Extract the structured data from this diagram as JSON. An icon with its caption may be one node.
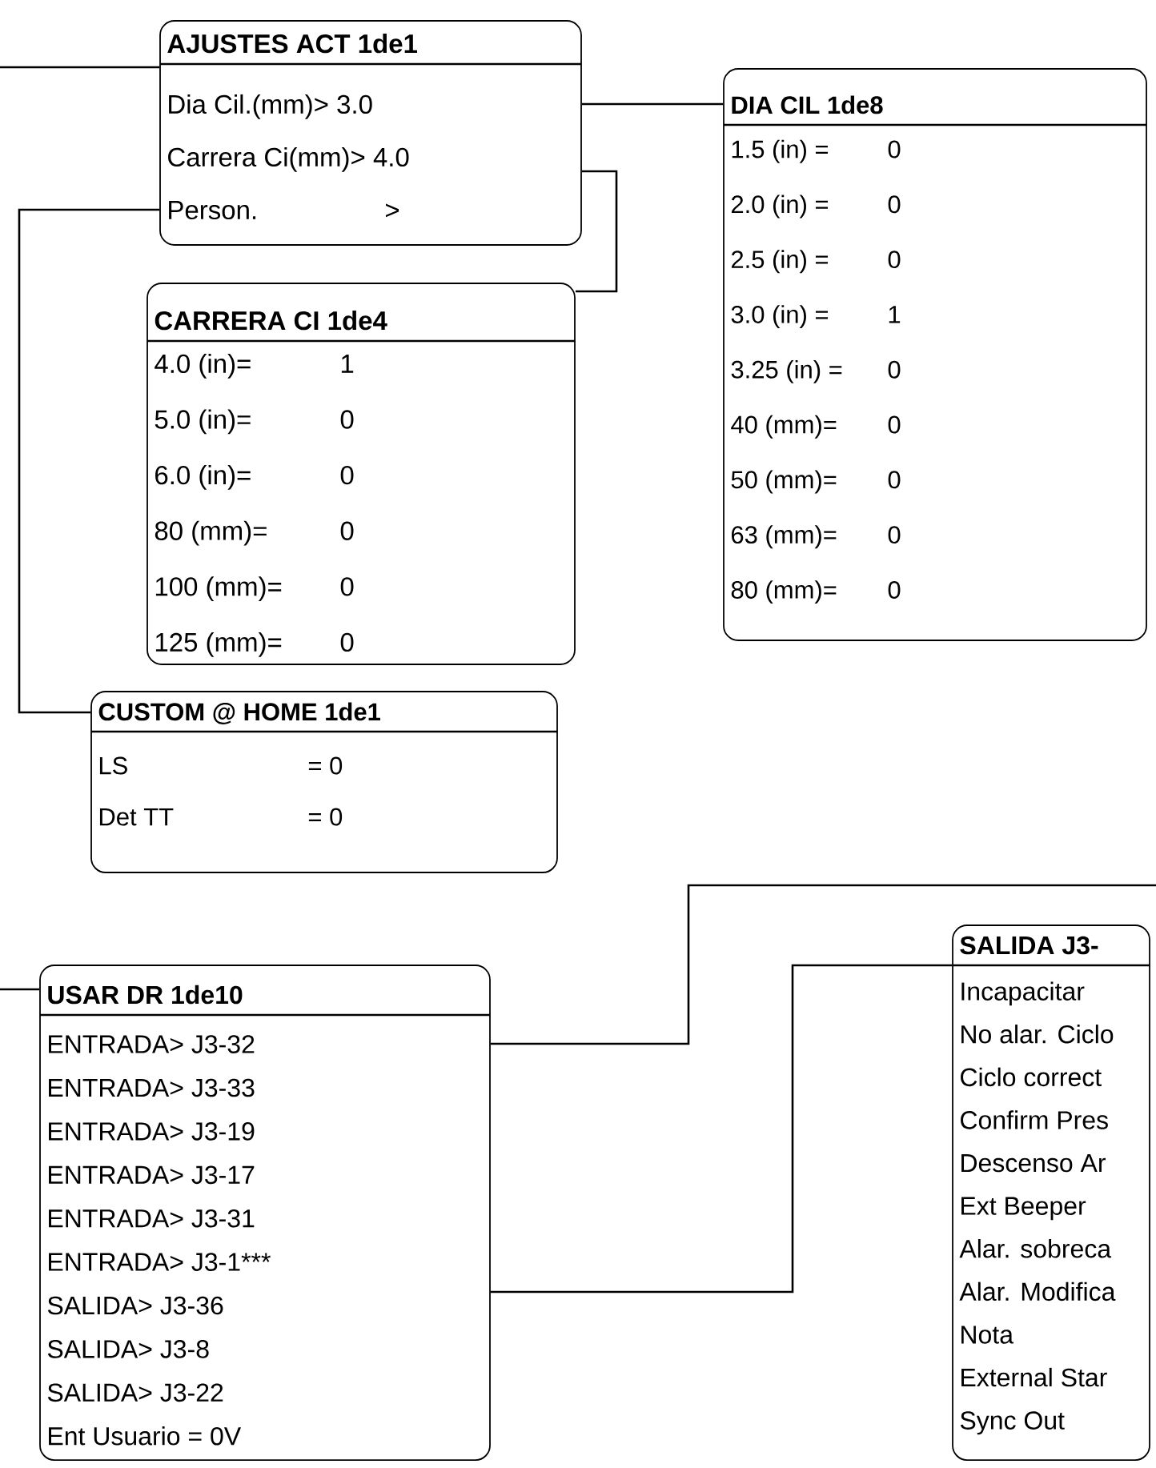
{
  "diagram": {
    "nodes": [
      {
        "text": [
          "AJUSTES ACT  1de1",
          "Dia Cil.(mm)> 3.0",
          "Carrera Ci(mm)> 4.0",
          "Person.",
          ">"
        ]
      },
      {
        "text": [
          "DIA CIL      1de8",
          "1.5 (in) =",
          "0",
          "2.0 (in) =",
          "0",
          "2.5 (in) =",
          "0",
          "3.0 (in) =",
          "1",
          "3.25 (in) =",
          "0",
          "40 (mm)=",
          "0",
          "50 (mm)=",
          "0",
          "63 (mm)=",
          "0",
          "80 (mm)=",
          "0"
        ]
      },
      {
        "text": [
          "CARRERA CI    1de4",
          "4.0 (in)=",
          "1",
          "5.0 (in)=",
          "0",
          "6.0 (in)=",
          "0",
          "80 (mm)=",
          "0",
          "100 (mm)=",
          "0",
          "125 (mm)=",
          "0"
        ]
      },
      {
        "text": [
          "CUSTOM @ HOME 1de1",
          "LS",
          "= 0",
          "Det TT",
          "= 0"
        ]
      },
      {
        "text": [
          "USAR DR    1de10",
          "ENTRADA> J3-32",
          "ENTRADA> J3-33",
          "ENTRADA> J3-19",
          "ENTRADA> J3-17",
          "ENTRADA> J3-31",
          "ENTRADA> J3-1***",
          "SALIDA> J3-36",
          "SALIDA> J3-8",
          "SALIDA> J3-22",
          "Ent Usuario = 0V"
        ]
      },
      {
        "text": [
          "SALIDA J3-",
          "Incapacitar",
          "No alar. Ciclo",
          "Ciclo correct",
          "Confirm Pres",
          "Descenso Ar",
          "Ext Beeper",
          "Alar. sobreca",
          "Alar. Modifica",
          "Nota",
          "External Star",
          "Sync Out"
        ]
      }
    ],
    "edges": [
      {
        "from": null,
        "to": 0,
        "arrow": "none"
      },
      {
        "from": 0,
        "to": 1,
        "arrow": "none"
      },
      {
        "from": 0,
        "to": 2,
        "arrow": "none"
      },
      {
        "from": 0,
        "to": 3,
        "arrow": "none"
      },
      {
        "from": null,
        "to": 4,
        "arrow": "none"
      },
      {
        "from": 4,
        "to": null,
        "arrow": "none"
      },
      {
        "from": 4,
        "to": 5,
        "arrow": "none"
      }
    ]
  }
}
